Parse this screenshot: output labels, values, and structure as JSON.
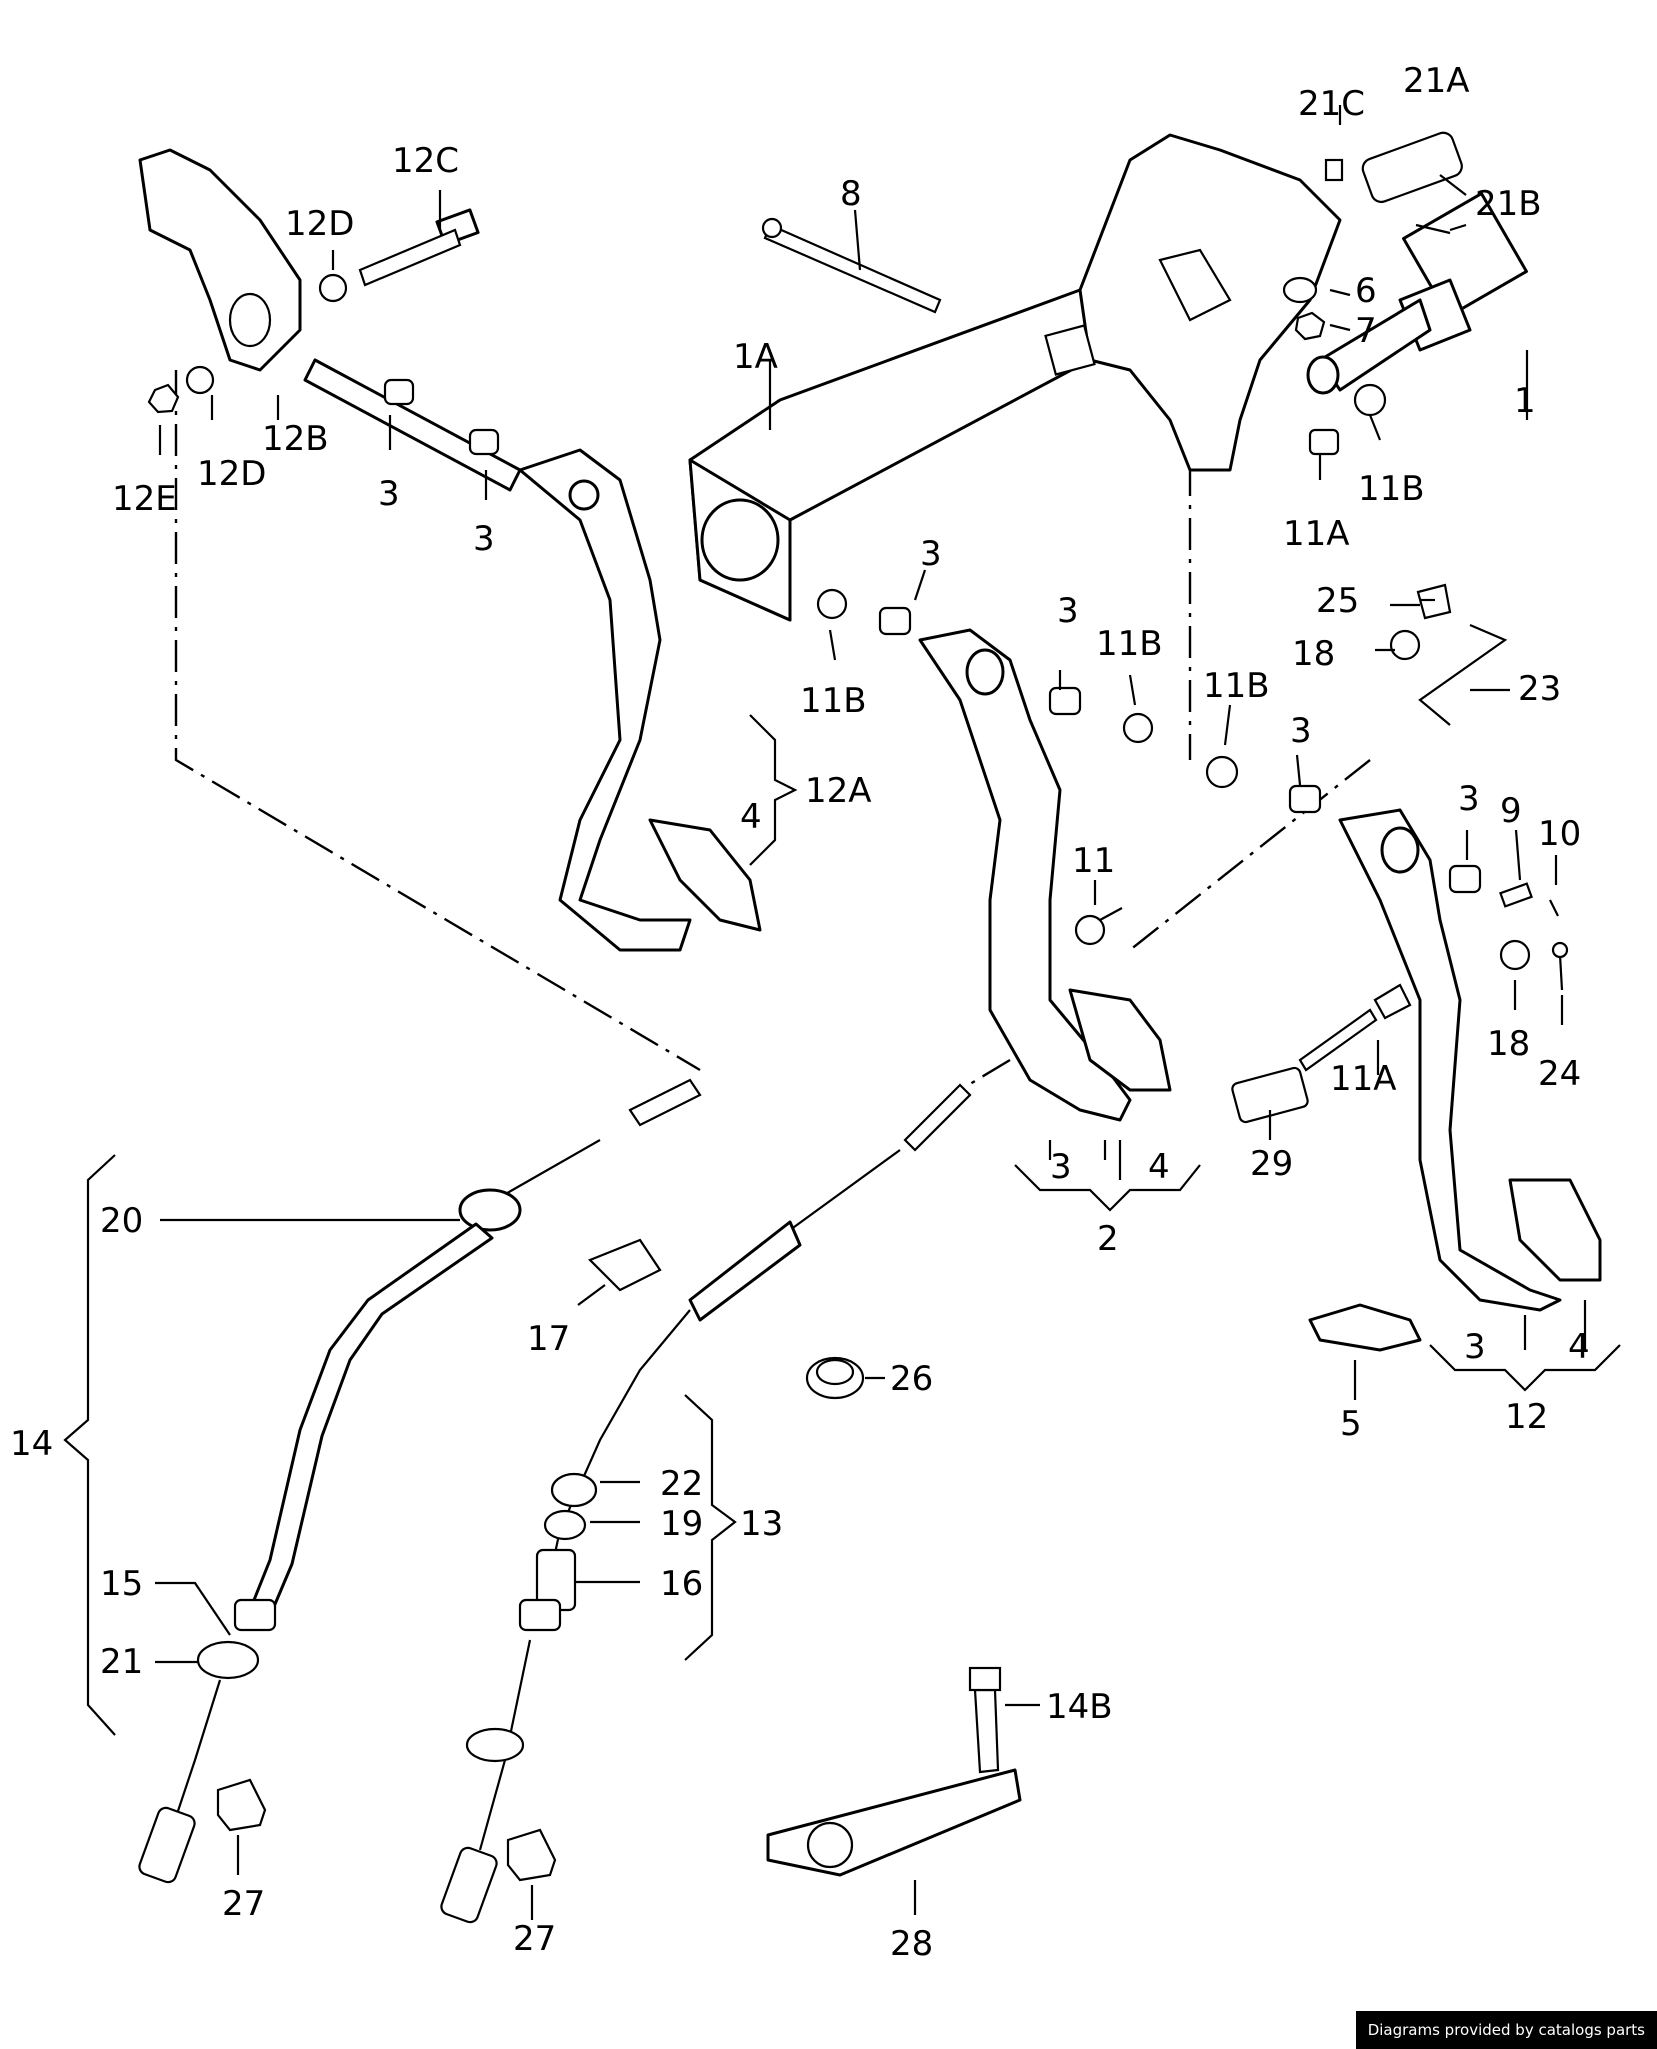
{
  "footer": {
    "credit": "Diagrams provided by catalogs parts"
  },
  "callouts": {
    "c1": "1",
    "c1A": "1A",
    "c2": "2",
    "c3": "3",
    "c4": "4",
    "c5": "5",
    "c6": "6",
    "c7": "7",
    "c8": "8",
    "c9": "9",
    "c10": "10",
    "c11": "11",
    "c11A": "11A",
    "c11B": "11B",
    "c12": "12",
    "c12A": "12A",
    "c12B": "12B",
    "c12C": "12C",
    "c12D": "12D",
    "c12E": "12E",
    "c13": "13",
    "c14": "14",
    "c14B": "14B",
    "c15": "15",
    "c16": "16",
    "c17": "17",
    "c18": "18",
    "c19": "19",
    "c20": "20",
    "c21": "21",
    "c21A": "21A",
    "c21B": "21B",
    "c21C": "21C",
    "c22": "22",
    "c23": "23",
    "c24": "24",
    "c25": "25",
    "c26": "26",
    "c27": "27",
    "c28": "28",
    "c29": "29"
  }
}
